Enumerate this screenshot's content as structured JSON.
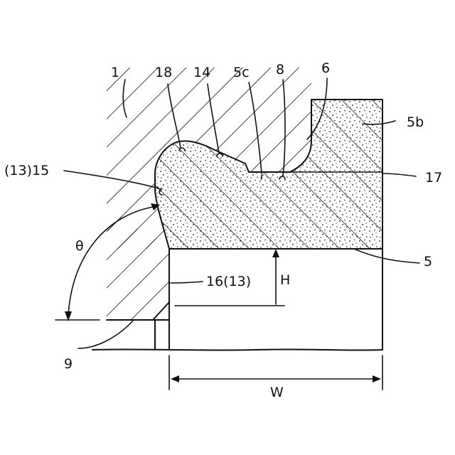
{
  "labels": {
    "ref_1": "1",
    "ref_18": "18",
    "ref_14": "14",
    "ref_5c": "5c",
    "ref_8": "8",
    "ref_6": "6",
    "ref_5b": "5b",
    "ref_13_15": "(13)15",
    "ref_17": "17",
    "ref_theta": "θ",
    "ref_5": "5",
    "ref_16_13": "16(13)",
    "ref_H": "H",
    "ref_9": "9",
    "ref_W": "W"
  }
}
